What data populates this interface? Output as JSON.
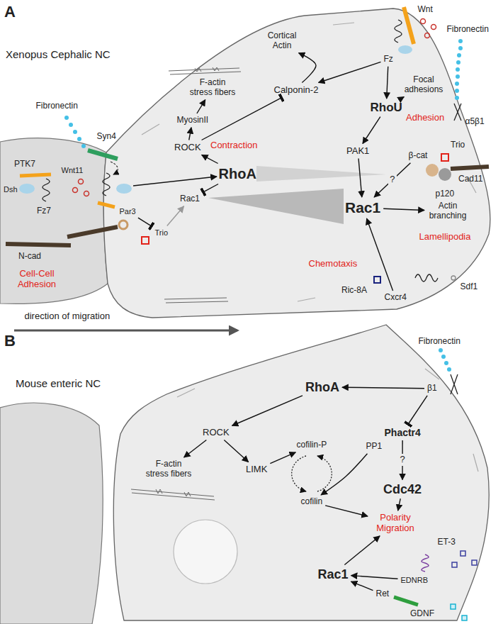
{
  "diagram": {
    "nodes": [
      {
        "text": [
          "Fz"
        ]
      },
      {
        "text": [
          "Cortical Actin"
        ]
      },
      {
        "text": [
          "Calponin-2"
        ]
      },
      {
        "text": [
          "RhoU"
        ]
      },
      {
        "text": [
          "Focal adhesions"
        ]
      },
      {
        "text": [
          "F-actin stress fibers"
        ]
      },
      {
        "text": [
          "MyosinII"
        ]
      },
      {
        "text": [
          "ROCK"
        ]
      },
      {
        "text": [
          "PAK1"
        ]
      },
      {
        "text": [
          "β-cat"
        ]
      },
      {
        "text": [
          "RhoA"
        ]
      },
      {
        "text": [
          "Rac1"
        ]
      },
      {
        "text": [
          "Rac1"
        ]
      },
      {
        "text": [
          "Actin branching"
        ]
      },
      {
        "text": [
          "Par3"
        ]
      },
      {
        "text": [
          "Trio"
        ]
      },
      {
        "text": [
          "Cxcr4"
        ]
      },
      {
        "text": [
          "β1"
        ]
      },
      {
        "text": [
          "RhoA"
        ]
      },
      {
        "text": [
          "ROCK"
        ]
      },
      {
        "text": [
          "F-actin stress fibers"
        ]
      },
      {
        "text": [
          "LIMK"
        ]
      },
      {
        "text": [
          "cofilin-P"
        ]
      },
      {
        "text": [
          "Phactr4"
        ]
      },
      {
        "text": [
          "PP1"
        ]
      },
      {
        "text": [
          "cofilin"
        ]
      },
      {
        "text": [
          "Cdc42"
        ]
      },
      {
        "text": [
          "Polarity Migration"
        ]
      },
      {
        "text": [
          "Rac1"
        ]
      },
      {
        "text": [
          "EDNRB"
        ]
      },
      {
        "text": [
          "Ret"
        ]
      }
    ],
    "edges": [
      {
        "from": 0,
        "to": 2,
        "arrow": "to"
      },
      {
        "from": 0,
        "to": 3,
        "arrow": "to"
      },
      {
        "from": 2,
        "to": 1,
        "arrow": "to"
      },
      {
        "from": 7,
        "to": 2,
        "arrow": "to"
      },
      {
        "from": 3,
        "to": 4,
        "arrow": "to"
      },
      {
        "from": 3,
        "to": 8,
        "arrow": "to"
      },
      {
        "from": 8,
        "to": 12,
        "arrow": "to"
      },
      {
        "from": 9,
        "to": 12,
        "label": "?",
        "arrow": "to"
      },
      {
        "from": 16,
        "to": 12,
        "arrow": "to"
      },
      {
        "from": 12,
        "to": 13,
        "arrow": "to"
      },
      {
        "from": 10,
        "to": 7,
        "arrow": "to"
      },
      {
        "from": 7,
        "to": 6,
        "arrow": "to"
      },
      {
        "from": 6,
        "to": 5,
        "arrow": "to"
      },
      {
        "from": 10,
        "to": 11,
        "arrow": "to"
      },
      {
        "from": 15,
        "to": 11,
        "arrow": "to"
      },
      {
        "from": 14,
        "to": 15,
        "arrow": "to"
      },
      {
        "from": 17,
        "to": 18,
        "arrow": "to"
      },
      {
        "from": 17,
        "to": 23,
        "arrow": "to"
      },
      {
        "from": 18,
        "to": 19,
        "arrow": "to"
      },
      {
        "from": 19,
        "to": 20,
        "arrow": "to"
      },
      {
        "from": 19,
        "to": 21,
        "arrow": "to"
      },
      {
        "from": 21,
        "to": 22,
        "arrow": "to"
      },
      {
        "from": 24,
        "to": 25,
        "arrow": "to"
      },
      {
        "from": 23,
        "to": 26,
        "label": "?",
        "arrow": "to"
      },
      {
        "from": 26,
        "to": 27,
        "arrow": "to"
      },
      {
        "from": 25,
        "to": 27,
        "arrow": "to"
      },
      {
        "from": 28,
        "to": 27,
        "arrow": "to"
      },
      {
        "from": 29,
        "to": 28,
        "arrow": "to"
      },
      {
        "from": 30,
        "to": 28,
        "arrow": "to"
      }
    ],
    "labels": [
      "A",
      "Xenopus Cephalic NC",
      "Wnt",
      "Fibronectin",
      "α5β1",
      "Adhesion",
      "Contraction",
      "Trio",
      "p120",
      "Cad11",
      "Lamellipodia",
      "Fibronectin",
      "Syn4",
      "PTK7",
      "Dsh",
      "Wnt11",
      "Fz7",
      "N-cad",
      "Cell-Cell Adhesion",
      "Chemotaxis",
      "Ric-8A",
      "Sdf1",
      "direction of migration",
      "B",
      "Mouse enteric NC",
      "Fibronectin",
      "ET-3",
      "GDNF"
    ]
  }
}
